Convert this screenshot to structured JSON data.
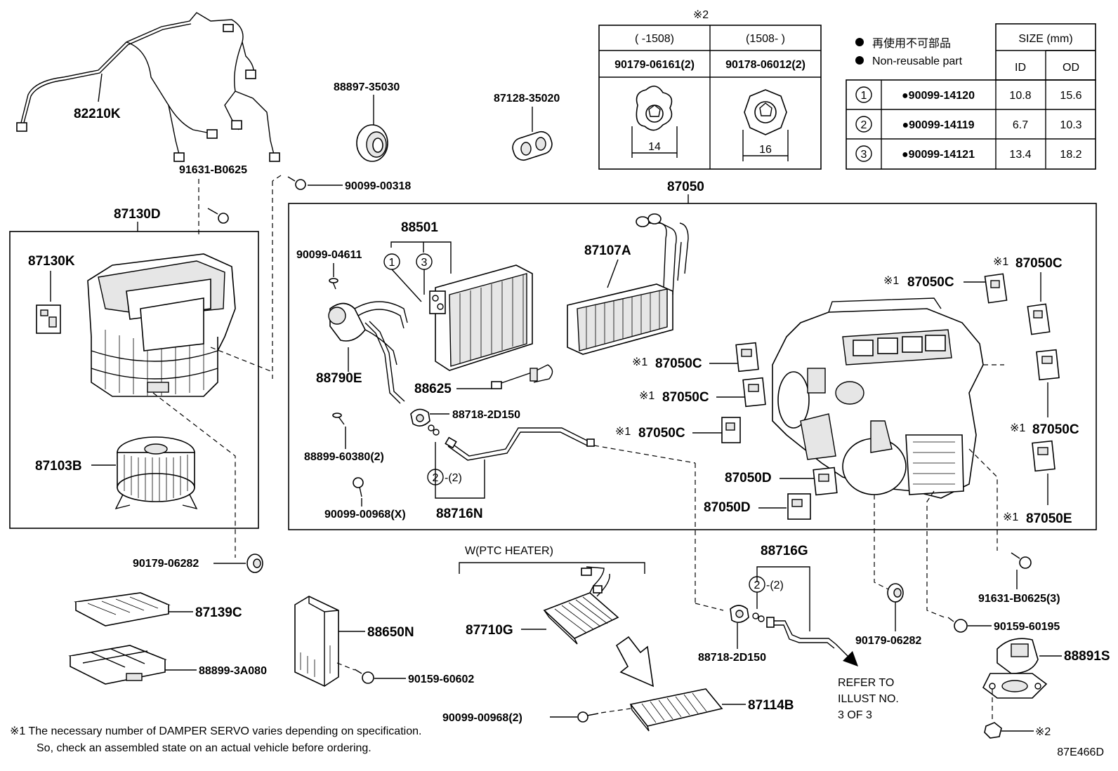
{
  "parts": {
    "p82210K": "82210K",
    "p91631_B0625": "91631-B0625",
    "p90099_00318": "90099-00318",
    "p88897_35030": "88897-35030",
    "p87128_35020": "87128-35020",
    "p87130D": "87130D",
    "p87130K": "87130K",
    "p87103B": "87103B",
    "p90179_06282a": "90179-06282",
    "p87139C": "87139C",
    "p88899_3A080": "88899-3A080",
    "p88650N": "88650N",
    "p90159_60602": "90159-60602",
    "p87050": "87050",
    "p88501": "88501",
    "p90099_04611": "90099-04611",
    "p88790E": "88790E",
    "p88625": "88625",
    "p88718_2D150a": "88718-2D150",
    "p88899_60380": "88899-60380(2)",
    "p90099_00968X": "90099-00968(X)",
    "p88716N": "88716N",
    "p87107A": "87107A",
    "p87050D_1": "87050D",
    "p87050D_2": "87050D",
    "p87050C_1": "87050C",
    "p87050C_2": "87050C",
    "p87050C_3": "87050C",
    "p87050C_4": "87050C",
    "p87050C_5": "87050C",
    "p87050C_6": "87050C",
    "p87050E": "87050E",
    "p91631_B0625_3": "91631-B0625(3)",
    "p90159_60195": "90159-60195",
    "p88891S": "88891S",
    "p90179_06282b": "90179-06282",
    "p88716G": "88716G",
    "p88718_2D150b": "88718-2D150",
    "p87710G": "87710G",
    "p87114B": "87114B",
    "p90099_00968_2": "90099-00968(2)"
  },
  "marks": {
    "note1": "※1",
    "note2": "※2",
    "circle1": "1",
    "circle2": "2",
    "circle3": "3",
    "qty2": "-(2)"
  },
  "ptc_heater": "W(PTC HEATER)",
  "refer": [
    "REFER TO",
    "ILLUST NO.",
    "3 OF 3"
  ],
  "dims": {
    "d14": "14",
    "d16": "16"
  },
  "clip_table": {
    "title": "※2",
    "headers": [
      "(      -1508)",
      "(1508-      )"
    ],
    "parts": [
      "90179-06161(2)",
      "90178-06012(2)"
    ]
  },
  "gasket_table": {
    "legend_jp": "再使用不可部品",
    "legend_en": "Non-reusable part",
    "size_header": "SIZE (mm)",
    "col_id": "ID",
    "col_od": "OD",
    "rows": [
      {
        "no": "1",
        "part": "●90099-14120",
        "id": "10.8",
        "od": "15.6"
      },
      {
        "no": "2",
        "part": "●90099-14119",
        "id": "6.7",
        "od": "10.3"
      },
      {
        "no": "3",
        "part": "●90099-14121",
        "id": "13.4",
        "od": "18.2"
      }
    ]
  },
  "footnote": [
    "※1  The necessary number of DAMPER SERVO varies depending on specification.",
    "So, check an assembled state on an actual vehicle before ordering."
  ],
  "illustration_code": "87E466D"
}
